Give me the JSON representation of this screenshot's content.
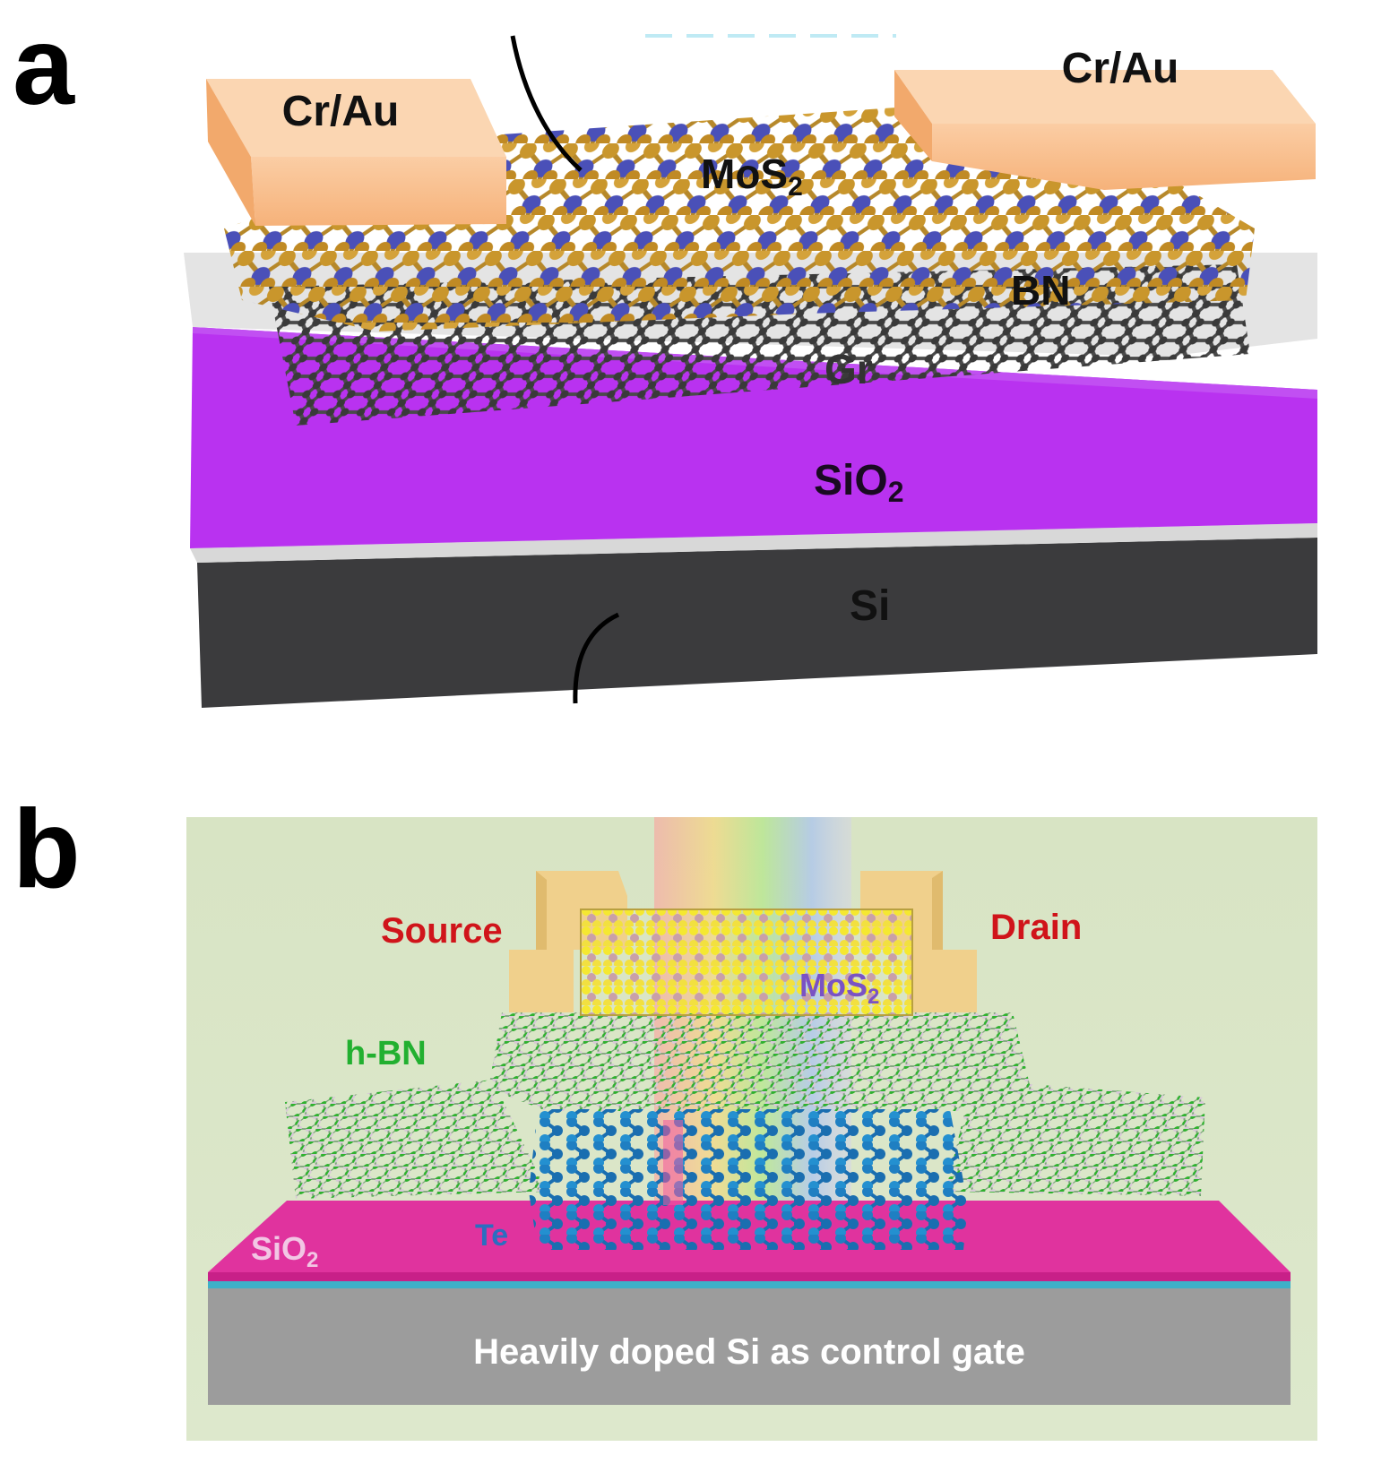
{
  "panel_a": {
    "letter": "a",
    "labels": {
      "electrode_left": "Cr/Au",
      "electrode_right": "Cr/Au",
      "channel": "MoS",
      "channel_sub": "2",
      "dielectric": "BN",
      "graphene": "Gr",
      "oxide": "SiO",
      "oxide_sub": "2",
      "substrate": "Si"
    },
    "colors": {
      "electrode": "#f9c090",
      "electrode_side": "#f2a96c",
      "sulfur": "#c9962c",
      "molybdenum": "#4a50b8",
      "bn": "#e4e4e4",
      "graphene": "#555555",
      "oxide": "#b932f0",
      "substrate": "#3b3b3d"
    }
  },
  "panel_b": {
    "letter": "b",
    "labels": {
      "source": "Source",
      "drain": "Drain",
      "channel": "MoS",
      "channel_sub": "2",
      "hbn": "h-BN",
      "te": "Te",
      "oxide": "SiO",
      "oxide_sub": "2",
      "gate": "Heavily doped Si as control gate"
    },
    "colors": {
      "background": "#d8e6c8",
      "electrode": "#f0d08c",
      "mos2": "#f5e830",
      "hbn": "#3cb83c",
      "te": "#1a6eb0",
      "oxide": "#e0339e",
      "gate": "#9c9c9c",
      "source_text": "#d0141a",
      "drain_text": "#d0141a",
      "mos2_text": "#7a52c4",
      "hbn_text": "#22b030",
      "te_text": "#2a6ec0",
      "oxide_text": "#f2c6e4",
      "gate_text": "#ffffff"
    }
  }
}
